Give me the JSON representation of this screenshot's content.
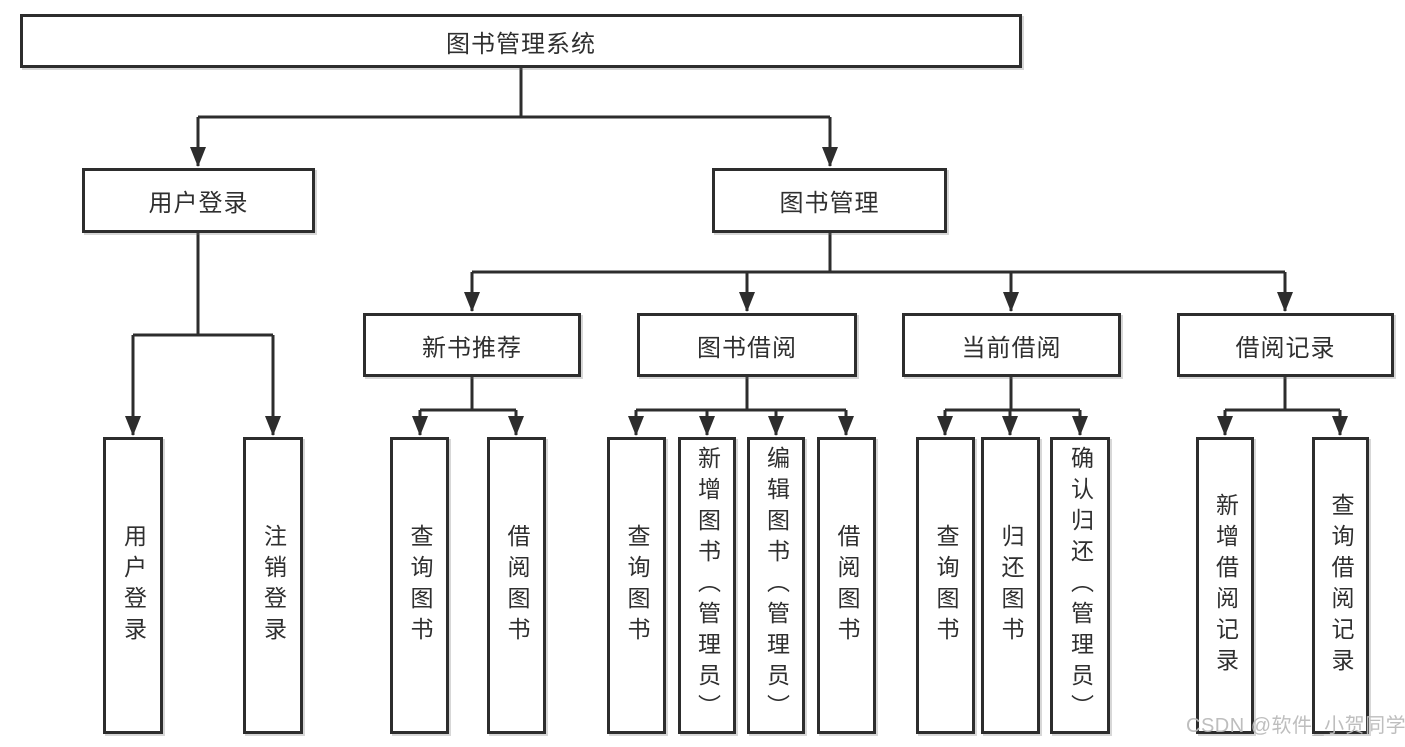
{
  "diagram": {
    "root": {
      "label": "图书管理系统"
    },
    "level2": [
      {
        "label": "用户登录"
      },
      {
        "label": "图书管理"
      }
    ],
    "level3": [
      {
        "label": "新书推荐"
      },
      {
        "label": "图书借阅"
      },
      {
        "label": "当前借阅"
      },
      {
        "label": "借阅记录"
      }
    ],
    "leaves": [
      {
        "group": "用户登录",
        "label": "用户登录"
      },
      {
        "group": "用户登录",
        "label": "注销登录"
      },
      {
        "group": "新书推荐",
        "label": "查询图书"
      },
      {
        "group": "新书推荐",
        "label": "借阅图书"
      },
      {
        "group": "图书借阅",
        "label": "查询图书"
      },
      {
        "group": "图书借阅",
        "label": "新增图书（管理员）"
      },
      {
        "group": "图书借阅",
        "label": "编辑图书（管理员）"
      },
      {
        "group": "图书借阅",
        "label": "借阅图书"
      },
      {
        "group": "当前借阅",
        "label": "查询图书"
      },
      {
        "group": "当前借阅",
        "label": "归还图书"
      },
      {
        "group": "当前借阅",
        "label": "确认归还（管理员）"
      },
      {
        "group": "借阅记录",
        "label": "新增借阅记录"
      },
      {
        "group": "借阅记录",
        "label": "查询借阅记录"
      }
    ],
    "watermark": "CSDN @软件_小贺同学",
    "colors": {
      "line": "#2d2d2d",
      "box_border": "#2d2d2d",
      "box_fill": "#ffffff",
      "text": "#2f2f2f",
      "watermark": "#bbbaba",
      "background": "#ffffff"
    }
  }
}
